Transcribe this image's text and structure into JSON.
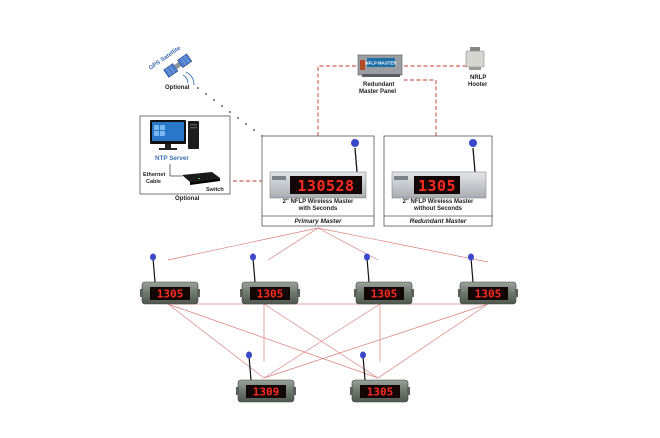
{
  "gps": {
    "title": "GPS Satellite",
    "caption": "Optional"
  },
  "server": {
    "ntp_label": "NTP Server",
    "cable_label_1": "Ethernet",
    "cable_label_2": "Cable",
    "switch_label": "Switch",
    "caption": "Optional"
  },
  "redundant_panel": {
    "box_text": "NFLP MASTER",
    "label_1": "Redundant",
    "label_2": "Master Panel"
  },
  "hooter": {
    "label_1": "NRLP",
    "label_2": "Hooter"
  },
  "primary_master": {
    "display": "130528",
    "caption_1": "2\" NFLP Wireless Master",
    "caption_2": "with Seconds",
    "footer": "Primary Master"
  },
  "redundant_master": {
    "display": "1305",
    "caption_1": "2\" NFLP Wireless Master",
    "caption_2": "without Seconds",
    "footer": "Redundant Master"
  },
  "slave_clocks": [
    "1305",
    "1305",
    "1305",
    "1305",
    "1309",
    "1305"
  ],
  "colors": {
    "link": "#d98080",
    "dash": "#c0392b",
    "display_bg": "#120606",
    "segment": "#ff2a1e",
    "antenna_ball": "#3a48c9"
  }
}
